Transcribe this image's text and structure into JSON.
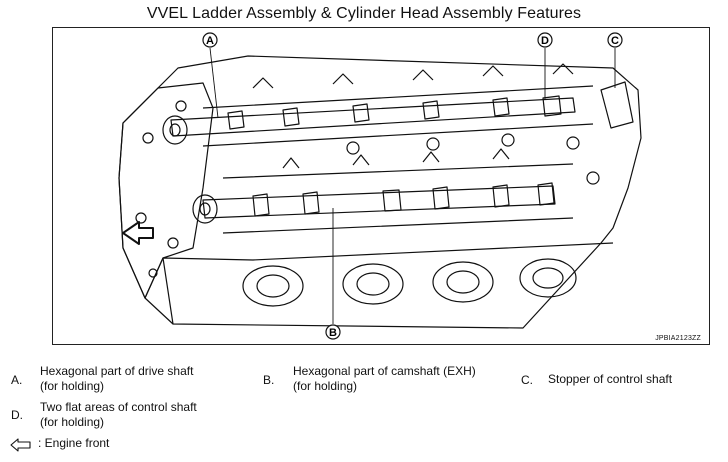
{
  "title": "VVEL Ladder Assembly & Cylinder Head Assembly Features",
  "figure": {
    "code": "JPBIA2123ZZ",
    "callouts": [
      "A",
      "B",
      "C",
      "D"
    ]
  },
  "legend": {
    "items": [
      {
        "key": "A.",
        "line1": "Hexagonal part of drive shaft",
        "line2": "(for holding)"
      },
      {
        "key": "B.",
        "line1": "Hexagonal part of camshaft (EXH)",
        "line2": "(for holding)"
      },
      {
        "key": "C.",
        "line1": "Stopper of control shaft",
        "line2": ""
      },
      {
        "key": "D.",
        "line1": "Two flat areas of control shaft",
        "line2": "(for holding)"
      }
    ],
    "engine_front": ": Engine front",
    "arrow_icon": "hollow-left-arrow-icon"
  }
}
